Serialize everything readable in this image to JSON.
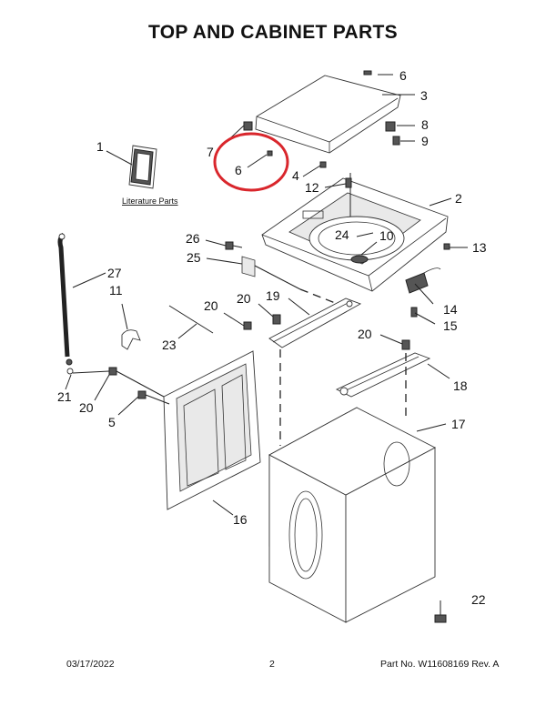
{
  "title": "TOP AND CABINET PARTS",
  "literature_label": "Literature Parts",
  "callouts": {
    "c1": "1",
    "c2": "2",
    "c3": "3",
    "c4": "4",
    "c5": "5",
    "c6a": "6",
    "c6b": "6",
    "c7": "7",
    "c8": "8",
    "c9": "9",
    "c10": "10",
    "c11": "11",
    "c12": "12",
    "c13": "13",
    "c14": "14",
    "c15": "15",
    "c16": "16",
    "c17": "17",
    "c18": "18",
    "c19": "19",
    "c20a": "20",
    "c20b": "20",
    "c20c": "20",
    "c20d": "20",
    "c21": "21",
    "c22": "22",
    "c23": "23",
    "c24": "24",
    "c25": "25",
    "c26": "26",
    "c27": "27"
  },
  "highlight_color": "#d9262c",
  "footer": {
    "date": "03/17/2022",
    "page": "2",
    "part_number": "Part No.  W11608169  Rev.  A"
  }
}
